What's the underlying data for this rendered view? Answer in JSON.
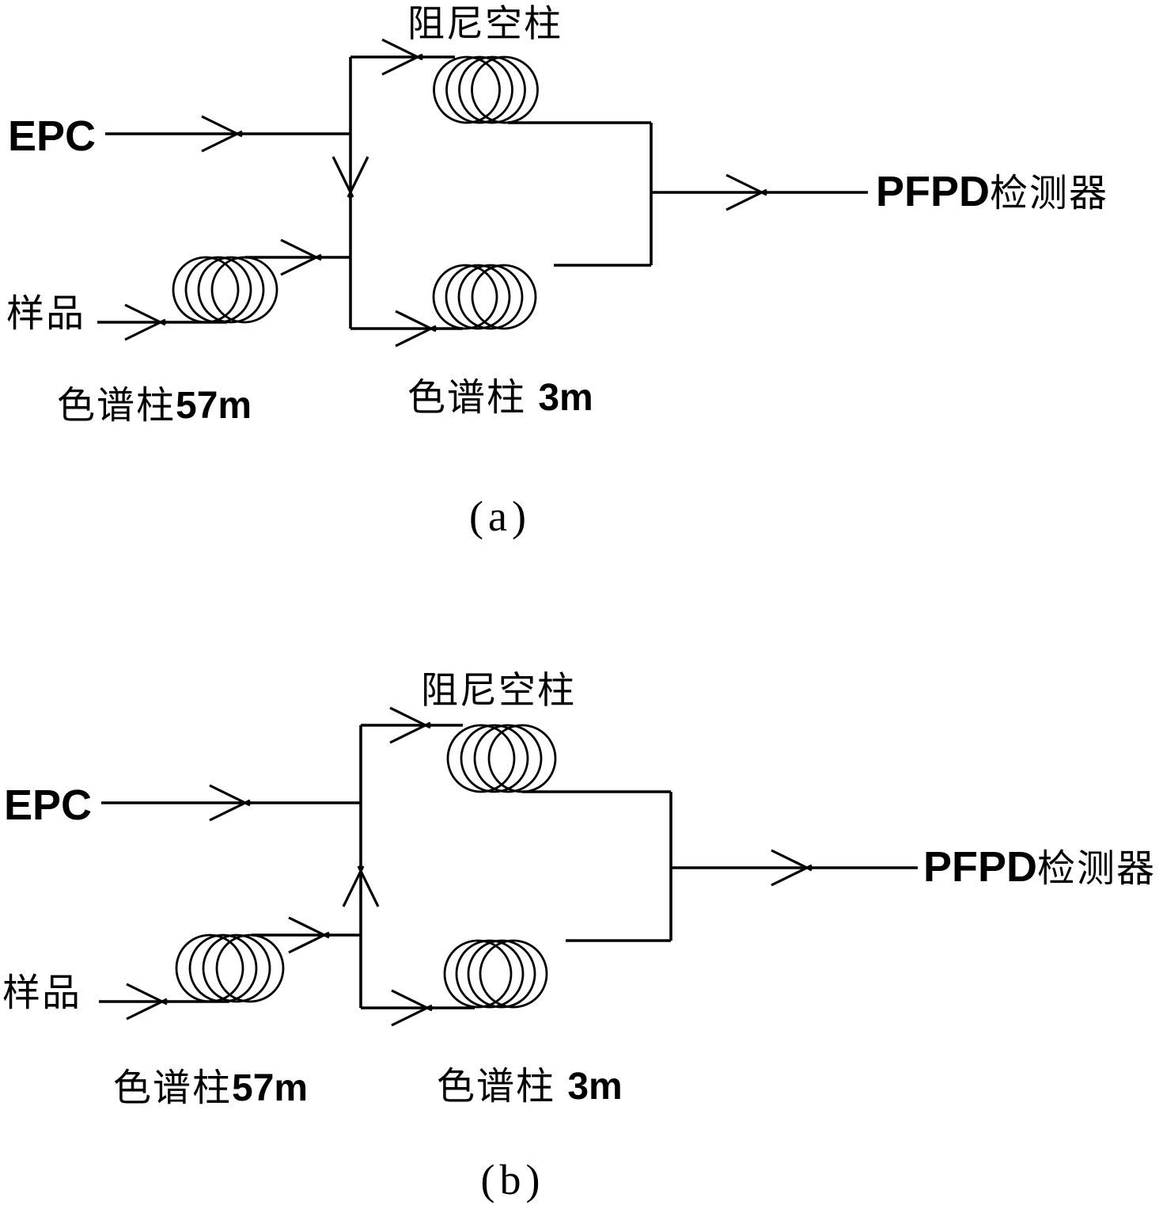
{
  "page": {
    "background": "#ffffff",
    "ink": "#000000"
  },
  "figure": {
    "diagrams": [
      {
        "id": "a",
        "caption": "(a)",
        "labels": {
          "damping_column": "阻尼空柱",
          "epc": "EPC",
          "sample": "样品",
          "detector_latin": "PFPD",
          "detector_cjk": "检测器",
          "column57_cjk": "色谱柱",
          "column57_len": "57m",
          "column3_cjk": "色谱柱 ",
          "column3_len": "3m",
          "flow_direction_at_junction": "down"
        }
      },
      {
        "id": "b",
        "caption": "(b)",
        "labels": {
          "damping_column": "阻尼空柱",
          "epc": "EPC",
          "sample": "样品",
          "detector_latin": "PFPD",
          "detector_cjk": "检测器",
          "column57_cjk": "色谱柱",
          "column57_len": "57m",
          "column3_cjk": "色谱柱 ",
          "column3_len": "3m",
          "flow_direction_at_junction": "up"
        }
      }
    ]
  }
}
